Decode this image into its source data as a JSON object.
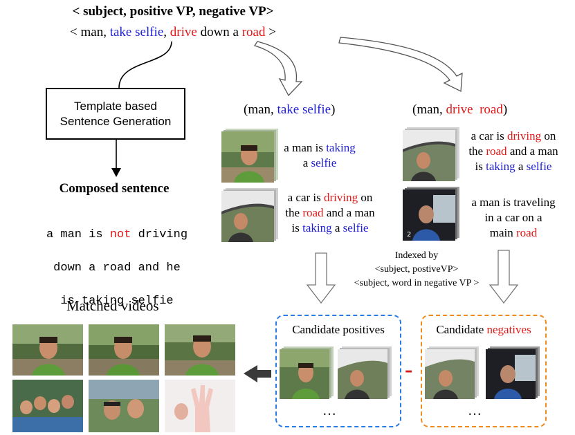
{
  "header": {
    "title": "< subject, positive VP, negative VP>",
    "triplet_open": "< man, ",
    "positive_vp": "take selfie",
    "comma": ", ",
    "neg_word1": "drive",
    "mid": " down a ",
    "neg_word2": "road",
    "triplet_close": " >"
  },
  "template_box": {
    "line1": "Template based",
    "line2": "Sentence Generation"
  },
  "composed": {
    "title": "Composed sentence",
    "line1_pre": "a man is ",
    "line1_neg": "not",
    "line1_post": " driving",
    "line2": "down a road and he",
    "line3": "is taking selfie"
  },
  "positive_column": {
    "header_pre": "(man, ",
    "header_vp": "take selfie",
    "header_post": ")",
    "video1": {
      "pre": "a man is ",
      "w1": "taking",
      "br": "a ",
      "w2": "selfie"
    },
    "video2": {
      "pre": "a car is ",
      "w1": "driving",
      "mid1": " on",
      "mid2": "the ",
      "w2": "road",
      "mid3": " and a man",
      "mid4": "is ",
      "w3": "taking",
      "mid5": " a ",
      "w4": "selfie"
    }
  },
  "negative_column": {
    "header_pre": "(man, ",
    "header_w1": "drive",
    "header_sp": "  ",
    "header_w2": "road",
    "header_post": ")",
    "video1": {
      "pre": "a car is ",
      "w1": "driving",
      "mid1": " on",
      "mid2": "the ",
      "w2": "road",
      "mid3": " and a man",
      "mid4": "is ",
      "w3": "taking",
      "mid5": " a ",
      "w4": "selfie"
    },
    "video2": {
      "line1": "a man is traveling",
      "line2": "in a car on a",
      "pre3": "main ",
      "w1": "road"
    }
  },
  "index_note": {
    "line1": "Indexed by",
    "line2": "<subject, postiveVP>",
    "line3": "<subject, word in negative VP >"
  },
  "matched": {
    "title": "Matched videos"
  },
  "candidates": {
    "positives_title": "Candidate positives",
    "negatives_pre": "Candidate ",
    "negatives_word": "negatives",
    "minus": "-",
    "ellipsis": "…"
  },
  "colors": {
    "positive": "#1f1fd2",
    "negative": "#e01818",
    "positive_box": "#2a7be4",
    "negative_box": "#ef8a1c"
  }
}
